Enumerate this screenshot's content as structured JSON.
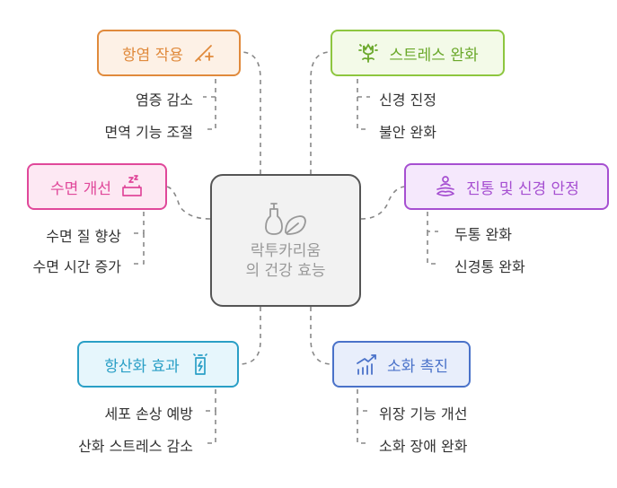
{
  "center": {
    "line1": "락투카리움",
    "line2": "의 건강 효능",
    "icon": "dropper-leaf-icon"
  },
  "nodes": {
    "anti_inflammatory": {
      "label": "항염 작용",
      "icon": "pen-plus-icon",
      "color": "#e08a3c",
      "items": [
        "염증 감소",
        "면역 기능 조절"
      ]
    },
    "stress": {
      "label": "스트레스 완화",
      "icon": "flower-icon",
      "color": "#8dc63f",
      "items": [
        "신경 진정",
        "불안 완화"
      ]
    },
    "sleep": {
      "label": "수면 개선",
      "icon": "sleep-zz-icon",
      "color": "#e0489a",
      "items": [
        "수면 질 향상",
        "수면 시간 증가"
      ]
    },
    "analgesic": {
      "label": "진통 및 신경 안정",
      "icon": "meditation-icon",
      "color": "#a64fd1",
      "items": [
        "두통 완화",
        "신경통 완화"
      ]
    },
    "antioxidant": {
      "label": "항산화 효과",
      "icon": "battery-charge-icon",
      "color": "#2a9fc6",
      "items": [
        "세포 손상 예방",
        "산화 스트레스 감소"
      ]
    },
    "digestion": {
      "label": "소화 촉진",
      "icon": "growth-chart-icon",
      "color": "#4a72c9",
      "items": [
        "위장 기능 개선",
        "소화 장애 완화"
      ]
    }
  }
}
